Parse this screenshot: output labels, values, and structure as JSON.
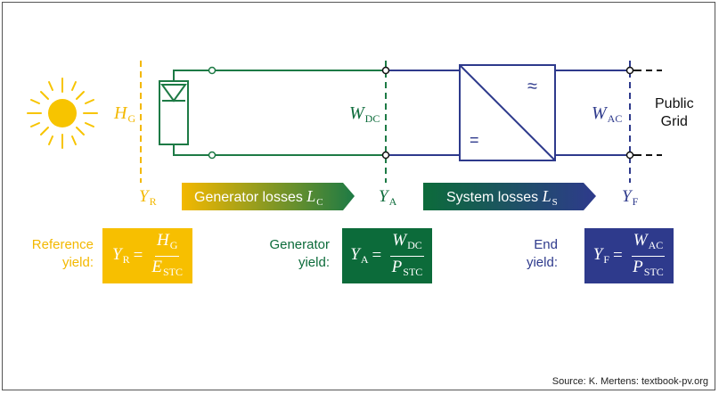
{
  "colors": {
    "sun": "#f7c400",
    "reference": "#f3b800",
    "generator": "#0c6b3a",
    "system": "#2e3a8c",
    "line": "#1d7a45",
    "blue_line": "#2e3a8c"
  },
  "labels": {
    "hg_main": "H",
    "hg_sub": "G",
    "wdc_main": "W",
    "wdc_sub": "DC",
    "wac_main": "W",
    "wac_sub": "AC",
    "public_grid_line1": "Public",
    "public_grid_line2": "Grid",
    "yr_main": "Y",
    "yr_sub": "R",
    "ya_main": "Y",
    "ya_sub": "A",
    "yf_main": "Y",
    "yf_sub": "F",
    "gen_losses_text": "Generator losses ",
    "gen_losses_main": "L",
    "gen_losses_sub": "C",
    "sys_losses_text": "System losses ",
    "sys_losses_main": "L",
    "sys_losses_sub": "S",
    "inverter_ac_symbol": "≈",
    "inverter_dc_symbol": "="
  },
  "yields": {
    "reference": {
      "label_line1": "Reference",
      "label_line2": "yield:",
      "lhs_main": "Y",
      "lhs_sub": "R",
      "num_main": "H",
      "num_sub": "G",
      "den_main": "E",
      "den_sub": "STC"
    },
    "generator": {
      "label_line1": "Generator",
      "label_line2": "yield:",
      "lhs_main": "Y",
      "lhs_sub": "A",
      "num_main": "W",
      "num_sub": "DC",
      "den_main": "P",
      "den_sub": "STC"
    },
    "final": {
      "label_line1": "End",
      "label_line2": "yield:",
      "lhs_main": "Y",
      "lhs_sub": "F",
      "num_main": "W",
      "num_sub": "AC",
      "den_main": "P",
      "den_sub": "STC"
    }
  },
  "equals": "=",
  "source": "Source: K. Mertens: textbook-pv.org"
}
